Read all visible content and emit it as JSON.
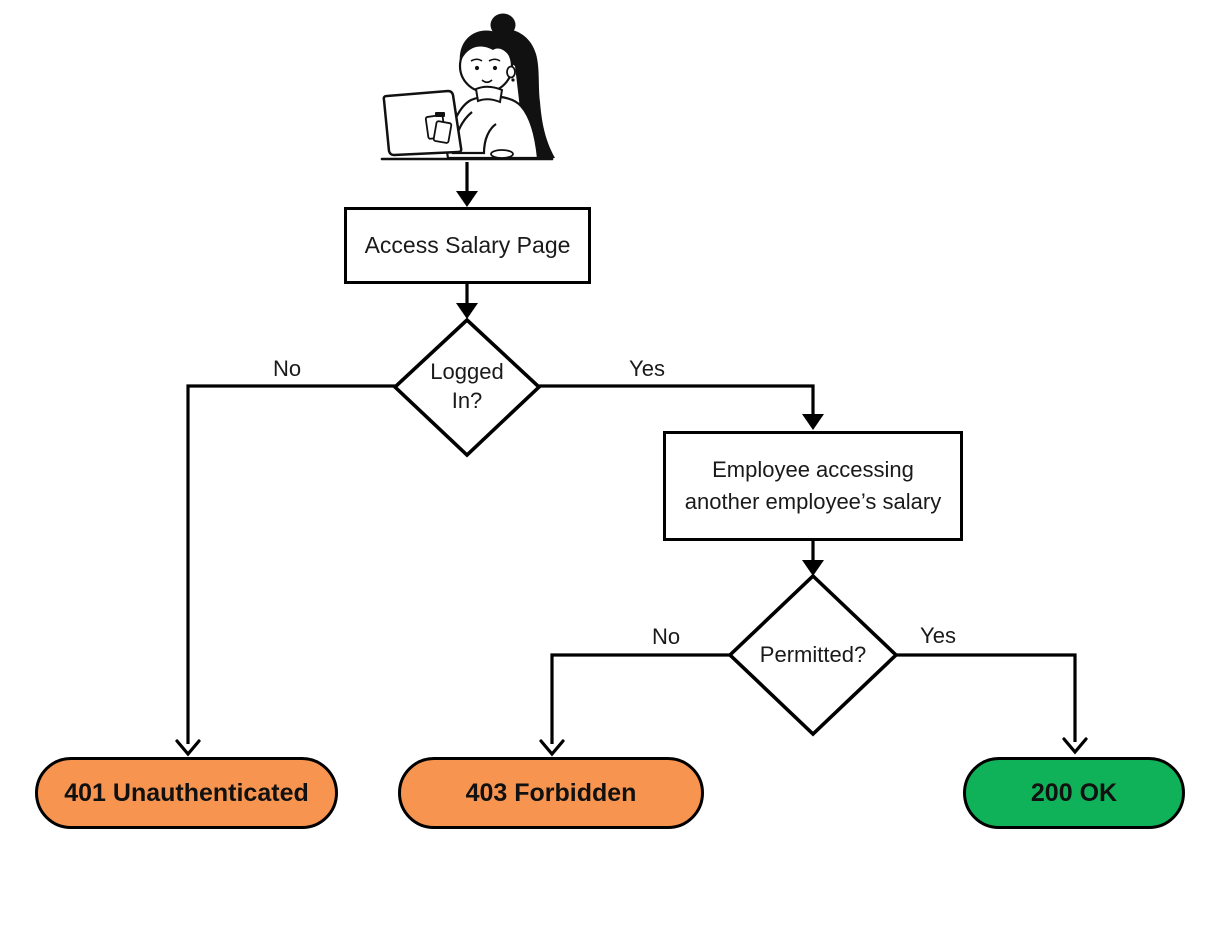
{
  "flowchart": {
    "background": "#FFFFFF",
    "line_color": "#000000",
    "nodes": {
      "start": {
        "label": "Access Salary Page"
      },
      "decision_logged_in": {
        "label": "Logged In?"
      },
      "process_employee": {
        "label": "Employee accessing another employee’s salary"
      },
      "decision_permitted": {
        "label": "Permitted?"
      },
      "result_401": {
        "label": "401 Unauthenticated",
        "color": "#F79450"
      },
      "result_403": {
        "label": "403 Forbidden",
        "color": "#F79450"
      },
      "result_200": {
        "label": "200 OK",
        "color": "#0FB259"
      }
    },
    "edge_labels": {
      "logged_in_no": "No",
      "logged_in_yes": "Yes",
      "permitted_no": "No",
      "permitted_yes": "Yes"
    }
  },
  "illustration": {
    "alt": "person-working-on-laptop"
  }
}
